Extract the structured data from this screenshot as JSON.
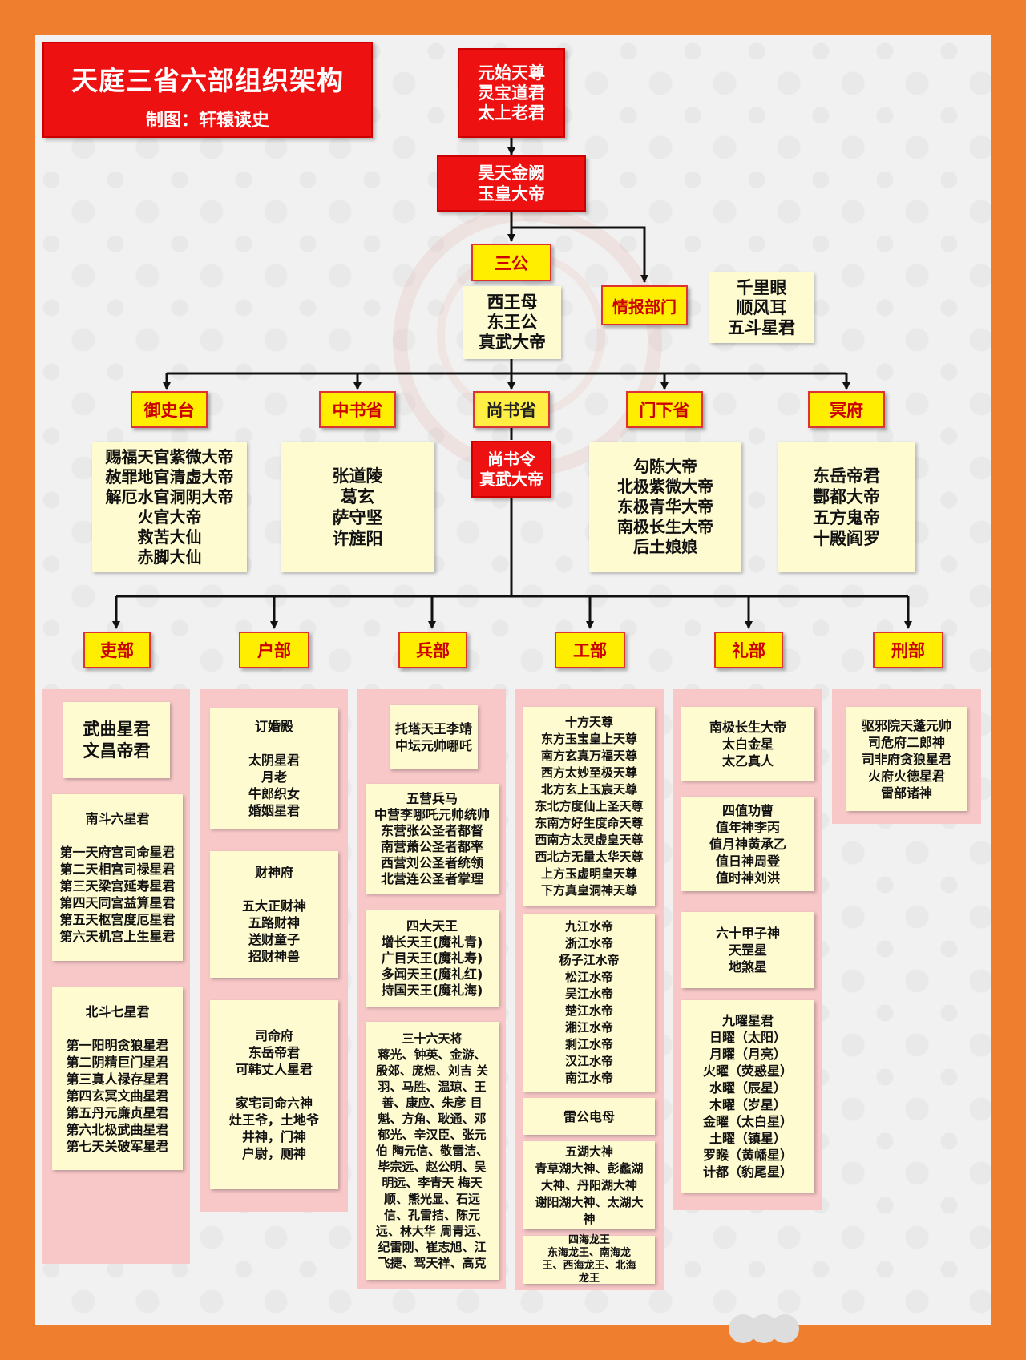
{
  "title": "天庭三省六部组织架构",
  "author": "制图：轩辕读史",
  "top": {
    "trinity": [
      "元始天尊",
      "灵宝道君",
      "太上老君"
    ],
    "emperor": [
      "昊天金阙",
      "玉皇大帝"
    ]
  },
  "sangong": {
    "label": "三公",
    "members": [
      "西王母",
      "东王公",
      "真武大帝"
    ]
  },
  "intel": {
    "label": "情报部门",
    "members": [
      "千里眼",
      "顺风耳",
      "五斗星君"
    ]
  },
  "ministries": {
    "yushitai": {
      "label": "御史台",
      "members": [
        "赐福天官紫微大帝",
        "赦罪地官清虚大帝",
        "解厄水官洞阴大帝",
        "火官大帝",
        "救苦大仙",
        "赤脚大仙"
      ]
    },
    "zhongshu": {
      "label": "中书省",
      "members": [
        "张道陵",
        "葛玄",
        "萨守坚",
        "许旌阳"
      ]
    },
    "shangshu": {
      "label": "尚书省",
      "head": [
        "尚书令",
        "真武大帝"
      ]
    },
    "menxia": {
      "label": "门下省",
      "members": [
        "勾陈大帝",
        "北极紫微大帝",
        "东极青华大帝",
        "南极长生大帝",
        "后土娘娘"
      ]
    },
    "mingfu": {
      "label": "冥府",
      "members": [
        "东岳帝君",
        "酆都大帝",
        "五方鬼帝",
        "十殿阎罗"
      ]
    }
  },
  "departments": {
    "li": {
      "label": "吏部",
      "groups": [
        "武曲星君\n文昌帝君",
        "南斗六星君\n\n第一天府宫司命星君\n第二天相宫司禄星君\n第三天梁宫延寿星君\n第四天同宫益算星君\n第五天枢宫度厄星君\n第六天机宫上生星君",
        "北斗七星君\n\n第一阳明贪狼星君\n第二阴精巨门星君\n第三真人禄存星君\n第四玄冥文曲星君\n第五丹元廉贞星君\n第六北极武曲星君\n第七天关破军星君"
      ]
    },
    "hu": {
      "label": "户部",
      "groups": [
        "订婚殿\n\n太阴星君\n月老\n牛郎织女\n婚姻星君",
        "财神府\n\n五大正财神\n五路财神\n送财童子\n招财神兽",
        "司命府\n东岳帝君\n可韩丈人星君\n\n家宅司命六神\n灶王爷，土地爷\n井神，门神\n户尉，厕神"
      ]
    },
    "bing": {
      "label": "兵部",
      "groups": [
        "托塔天王李靖\n中坛元帅哪吒",
        "五营兵马\n中营李哪吒元帅统帅\n东营张公圣者都督\n南营萧公圣者都率\n西营刘公圣者统领\n北营连公圣者掌理",
        "四大天王\n增长天王(魔礼青)\n广目天王(魔礼寿)\n多闻天王(魔礼红)\n持国天王(魔礼海)",
        "三十六天将\n蒋光、钟英、金游、\n殷郊、庞煜、刘吉 关\n羽、马胜、温琼、王\n善、康应、朱彦 目\n魁、方角、耿通、邓\n郁光、辛汉臣、张元\n伯 陶元信、敬雷洁、\n毕宗远、赵公明、吴\n明远、李青天 梅天\n顺、熊光显、石远\n信、孔雷拮、陈元\n远、林大华 周青远、\n纪雷刚、崔志旭、江\n飞捷、驾天祥、高克"
      ]
    },
    "gong": {
      "label": "工部",
      "groups": [
        "十方天尊\n东方玉宝皇上天尊\n南方玄真万福天尊\n西方太妙至极天尊\n北方玄上玉宸天尊\n东北方度仙上圣天尊\n东南方好生度命天尊\n西南方太灵虚皇天尊\n西北方无量太华天尊\n上方玉虚明皇天尊\n下方真皇洞神天尊",
        "九江水帝\n浙江水帝\n杨子江水帝\n松江水帝\n吴江水帝\n楚江水帝\n湘江水帝\n剩江水帝\n汉江水帝\n南江水帝",
        "雷公电母",
        "五湖大神\n青草湖大神、彭蠡湖\n大神、丹阳湖大神\n谢阳湖大神、太湖大\n神",
        "四海龙王\n东海龙王、南海龙\n王、西海龙王、北海\n龙王"
      ]
    },
    "lib": {
      "label": "礼部",
      "groups": [
        "南极长生大帝\n太白金星\n太乙真人",
        "四值功曹\n值年神李丙\n值月神黄承乙\n值日神周登\n值时神刘洪",
        "六十甲子神\n天罡星\n地煞星",
        "九曜星君\n日曜（太阳）\n月曜（月亮）\n火曜（荧惑星）\n水曜（辰星）\n木曜（岁星）\n金曜（太白星）\n土曜（镇星）\n罗睺（黄幡星）\n计都（豹尾星）"
      ]
    },
    "xing": {
      "label": "刑部",
      "groups": [
        "驱邪院天蓬元帅\n司危府二郎神\n司非府贪狼星君\n火府火德星君\n雷部诸神"
      ]
    }
  }
}
